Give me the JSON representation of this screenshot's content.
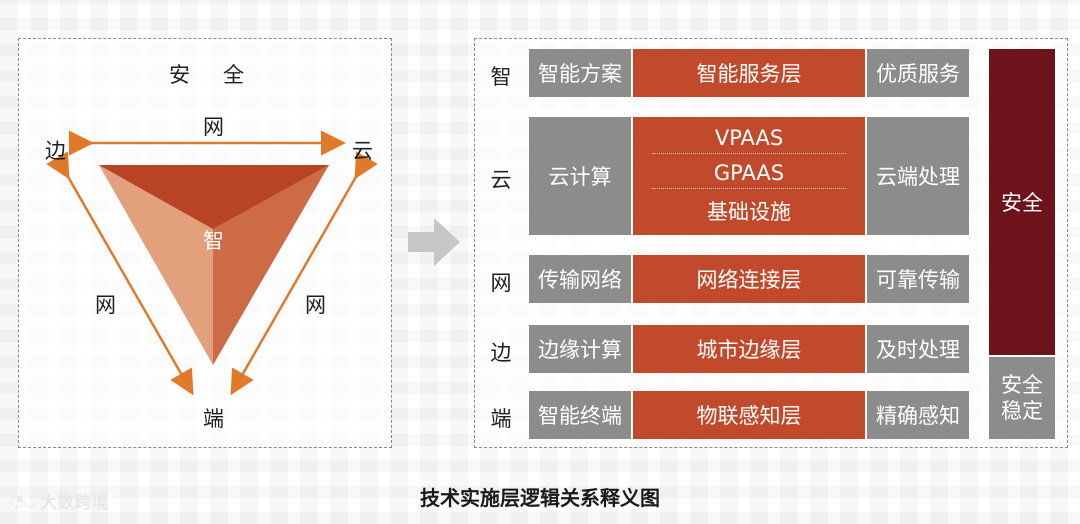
{
  "triangle": {
    "top_label": "安　全",
    "left_corner": "边",
    "right_corner": "云",
    "bottom_corner": "端",
    "center": "智",
    "top_edge": "网",
    "left_edge": "网",
    "right_edge": "网"
  },
  "layers": [
    {
      "name": "智",
      "left": "智能方案",
      "middle": [
        "智能服务层"
      ],
      "right": "优质服务"
    },
    {
      "name": "云",
      "left": "云计算",
      "middle": [
        "VPAAS",
        "GPAAS",
        "基础设施"
      ],
      "right": "云端处理"
    },
    {
      "name": "网",
      "left": "传输网络",
      "middle": [
        "网络连接层"
      ],
      "right": "可靠传输"
    },
    {
      "name": "边",
      "left": "边缘计算",
      "middle": [
        "城市边缘层"
      ],
      "right": "及时处理"
    },
    {
      "name": "端",
      "left": "智能终端",
      "middle": [
        "物联感知层"
      ],
      "right": "精确感知"
    }
  ],
  "side": {
    "top": "安全",
    "bottom": "安全\n稳定"
  },
  "caption": "技术实施层逻辑关系释义图",
  "brand": "大数跨境",
  "colors": {
    "grey": "#8c8c8c",
    "red": "#c04a2b",
    "dark_red": "#6e121c",
    "arrow": "#e07a2a"
  }
}
